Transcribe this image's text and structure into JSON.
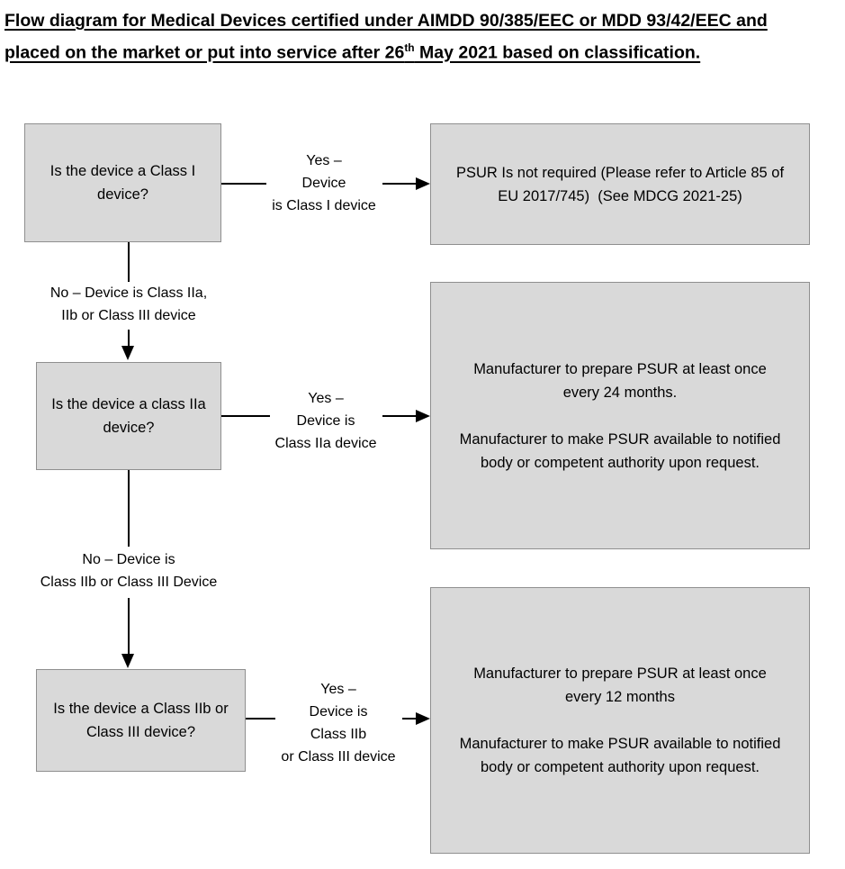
{
  "title": {
    "line1": "Flow diagram for Medical Devices certified under AIMDD 90/385/EEC or MDD 93/42/EEC and",
    "line2_before_sup": "placed on the market or put into service after 26",
    "line2_sup": "th",
    "line2_after_sup": " May 2021 based on classification."
  },
  "colors": {
    "box_fill": "#d9d9d9",
    "box_border": "#8f8f8f",
    "line": "#000000",
    "text": "#000000",
    "background": "#ffffff"
  },
  "flow": {
    "decisions": [
      {
        "id": "class-i",
        "text": "Is the device a Class I\ndevice?"
      },
      {
        "id": "class-iia",
        "text": "Is the device a class IIa\ndevice?"
      },
      {
        "id": "class-iib-iii",
        "text": "Is the device a Class IIb or\nClass III device?"
      }
    ],
    "outcomes": [
      {
        "id": "class-i",
        "text": "PSUR Is not required (Please refer to Article 85 of\nEU 2017/745)  (See MDCG 2021-25)"
      },
      {
        "id": "class-iia",
        "text": "Manufacturer to prepare PSUR at least once\nevery 24 months.\n\nManufacturer to make PSUR available to notified\nbody or competent authority upon request."
      },
      {
        "id": "class-iib-iii",
        "text": "Manufacturer to prepare PSUR at least once\nevery 12 months\n\nManufacturer to make PSUR available to notified\nbody or competent authority upon request."
      }
    ],
    "edge_labels": {
      "yes1": "Yes –\nDevice\nis Class I device",
      "no1": "No – Device is Class IIa,\nIIb or Class III device",
      "yes2": "Yes –\nDevice is\nClass IIa device",
      "no2": "No – Device is\nClass IIb or Class III Device",
      "yes3": "Yes –\nDevice is\nClass IIb\nor Class III device"
    }
  }
}
